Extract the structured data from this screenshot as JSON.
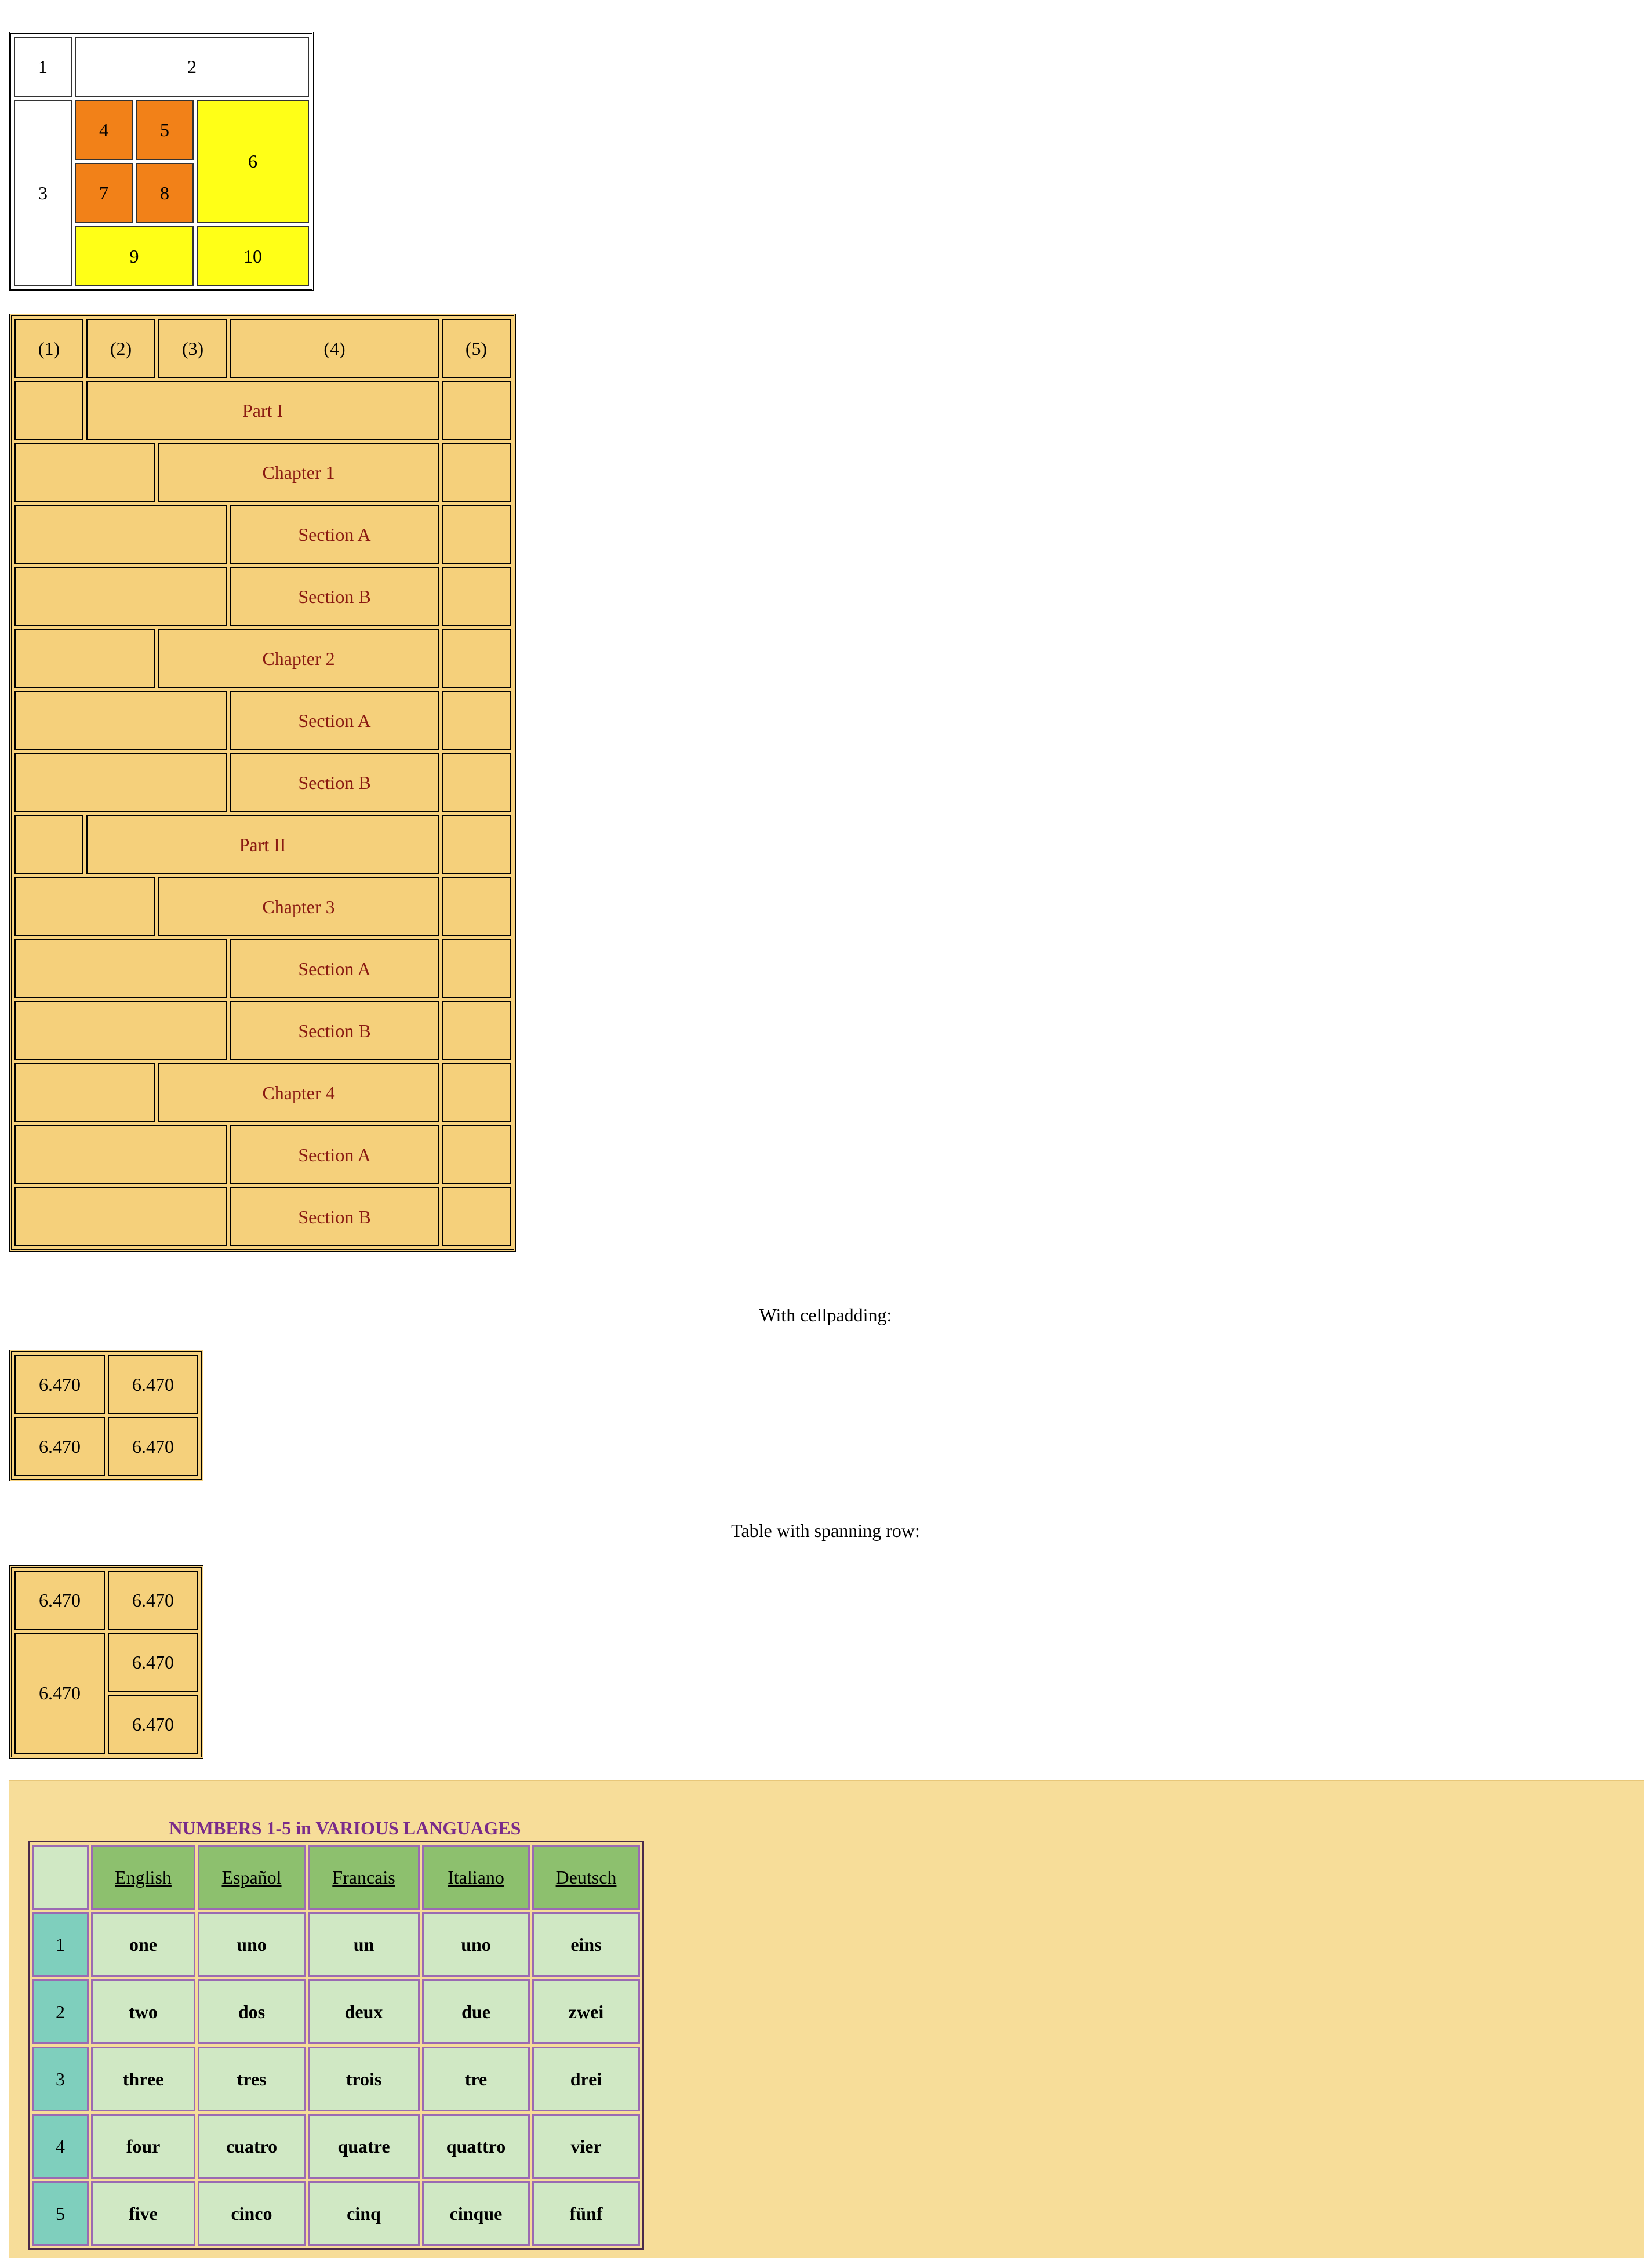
{
  "table1": {
    "cells": [
      "1",
      "2",
      "3",
      "4",
      "5",
      "6",
      "7",
      "8",
      "9",
      "10"
    ]
  },
  "table2": {
    "header": [
      "(1)",
      "(2)",
      "(3)",
      "(4)",
      "(5)"
    ],
    "rows": [
      {
        "label": "Part I",
        "level": "part"
      },
      {
        "label": "Chapter 1",
        "level": "chapter"
      },
      {
        "label": "Section A",
        "level": "section"
      },
      {
        "label": "Section B",
        "level": "section"
      },
      {
        "label": "Chapter 2",
        "level": "chapter"
      },
      {
        "label": "Section A",
        "level": "section"
      },
      {
        "label": "Section B",
        "level": "section"
      },
      {
        "label": "Part II",
        "level": "part"
      },
      {
        "label": "Chapter 3",
        "level": "chapter"
      },
      {
        "label": "Section A",
        "level": "section"
      },
      {
        "label": "Section B",
        "level": "section"
      },
      {
        "label": "Chapter 4",
        "level": "chapter"
      },
      {
        "label": "Section A",
        "level": "section"
      },
      {
        "label": "Section B",
        "level": "section"
      }
    ]
  },
  "cellpadding": {
    "caption": "With cellpadding:",
    "cells": [
      "6.470",
      "6.470",
      "6.470",
      "6.470"
    ]
  },
  "spanning": {
    "caption": "Table with spanning row:",
    "cells": [
      "6.470",
      "6.470",
      "6.470",
      "6.470",
      "6.470"
    ]
  },
  "languages": {
    "title": "NUMBERS 1-5 in VARIOUS LANGUAGES",
    "columns": [
      "English",
      "Español",
      "Francais",
      "Italiano",
      "Deutsch"
    ],
    "rows": [
      {
        "num": "1",
        "words": [
          "one",
          "uno",
          "un",
          "uno",
          "eins"
        ]
      },
      {
        "num": "2",
        "words": [
          "two",
          "dos",
          "deux",
          "due",
          "zwei"
        ]
      },
      {
        "num": "3",
        "words": [
          "three",
          "tres",
          "trois",
          "tre",
          "drei"
        ]
      },
      {
        "num": "4",
        "words": [
          "four",
          "cuatro",
          "quatre",
          "quattro",
          "vier"
        ]
      },
      {
        "num": "5",
        "words": [
          "five",
          "cinco",
          "cinq",
          "cinque",
          "fünf"
        ]
      }
    ],
    "colors": {
      "panel": "#f7dd99",
      "header": "#8dc06e",
      "num": "#7fcfbd",
      "cell": "#d0e8c4",
      "title": "#7a2b8a"
    }
  }
}
